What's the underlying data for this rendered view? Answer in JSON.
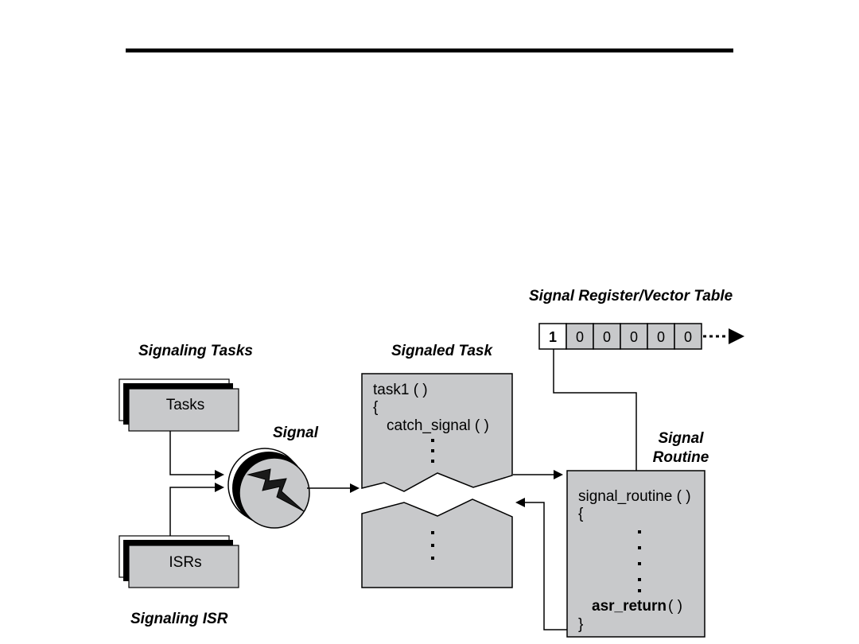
{
  "labels": {
    "signaling_tasks": "Signaling Tasks",
    "signaled_task": "Signaled Task",
    "signal": "Signal",
    "signal_register": "Signal Register/Vector Table",
    "signal_routine_line1": "Signal",
    "signal_routine_line2": "Routine",
    "signaling_isr": "Signaling ISR"
  },
  "boxes": {
    "tasks": "Tasks",
    "isrs": "ISRs"
  },
  "task_code": {
    "line1": "task1 ( )",
    "line2": "{",
    "line3": "catch_signal ( )"
  },
  "routine_code": {
    "line1": "signal_routine ( )",
    "line2": "{",
    "return_call": "asr_return",
    "return_parens": "( )",
    "line_end": "}"
  },
  "register": {
    "cells": [
      "1",
      "0",
      "0",
      "0",
      "0",
      "0"
    ]
  },
  "colors": {
    "box_fill": "#c8c9cb",
    "line": "#000000"
  }
}
